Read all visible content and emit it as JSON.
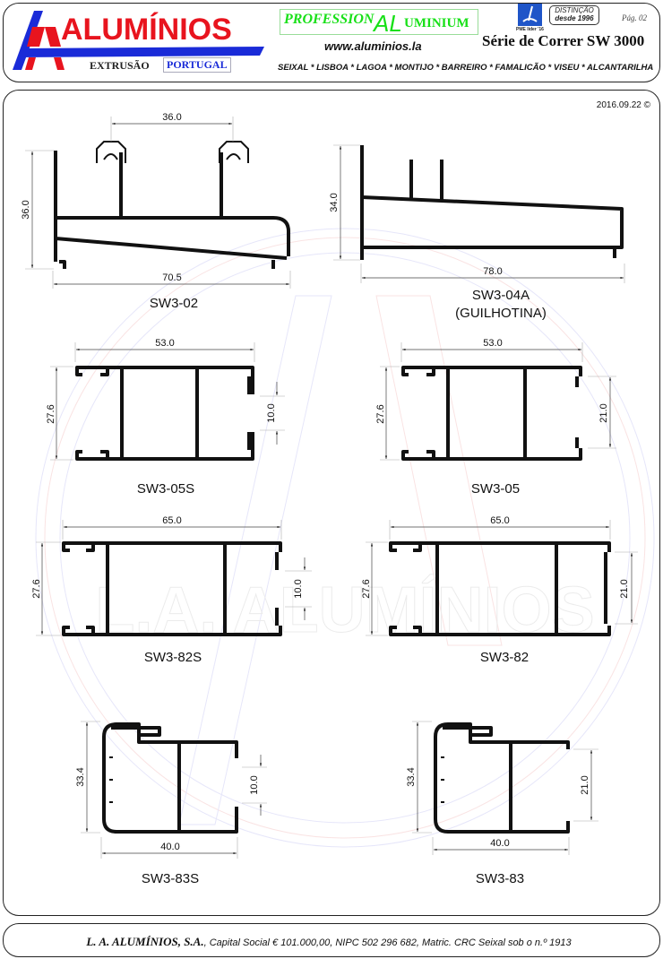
{
  "header": {
    "brand": "ALUMÍNIOS",
    "extrusao": "EXTRUSÃO",
    "portugal": "PORTUGAL",
    "professional": {
      "part1": "PROFESSION",
      "part2": "AL",
      "part3": "UMINIUM"
    },
    "website": "www.aluminios.la",
    "locations": "SEIXAL * LISBOA * LAGOA * MONTIJO * BARREIRO * FAMALICÃO * VISEU * ALCANTARILHA",
    "series_title": "Série de Correr SW 3000",
    "page": "Pág. 02",
    "pme_label": "PME líder '16",
    "distinction_line1": "DISTINÇÃO",
    "distinction_line2": "desde 1996"
  },
  "main": {
    "date": "2016.09.22 ©",
    "profiles": [
      {
        "code": "SW3-02",
        "dims": {
          "top": "36.0",
          "height": "36.0",
          "width": "70.5"
        }
      },
      {
        "code": "SW3-04A",
        "subtitle": "(GUILHOTINA)",
        "dims": {
          "height": "34.0",
          "width": "78.0"
        }
      },
      {
        "code": "SW3-05S",
        "dims": {
          "width": "53.0",
          "height": "27.6",
          "opening": "10.0"
        }
      },
      {
        "code": "SW3-05",
        "dims": {
          "width": "53.0",
          "height": "27.6",
          "opening": "21.0"
        }
      },
      {
        "code": "SW3-82S",
        "dims": {
          "width": "65.0",
          "height": "27.6",
          "opening": "10.0"
        }
      },
      {
        "code": "SW3-82",
        "dims": {
          "width": "65.0",
          "height": "27.6",
          "opening": "21.0"
        }
      },
      {
        "code": "SW3-83S",
        "dims": {
          "width": "40.0",
          "height": "33.4",
          "opening": "10.0"
        }
      },
      {
        "code": "SW3-83",
        "dims": {
          "width": "40.0",
          "height": "33.4",
          "opening": "21.0"
        }
      }
    ],
    "watermark": "L.A. ALUMÍNIOS"
  },
  "footer": {
    "company": "L. A. ALUMÍNIOS, S.A.",
    "details": ", Capital Social € 101.000,00, NIPC 502 296 682, Matric. CRC Seixal sob o n.º 1913"
  }
}
